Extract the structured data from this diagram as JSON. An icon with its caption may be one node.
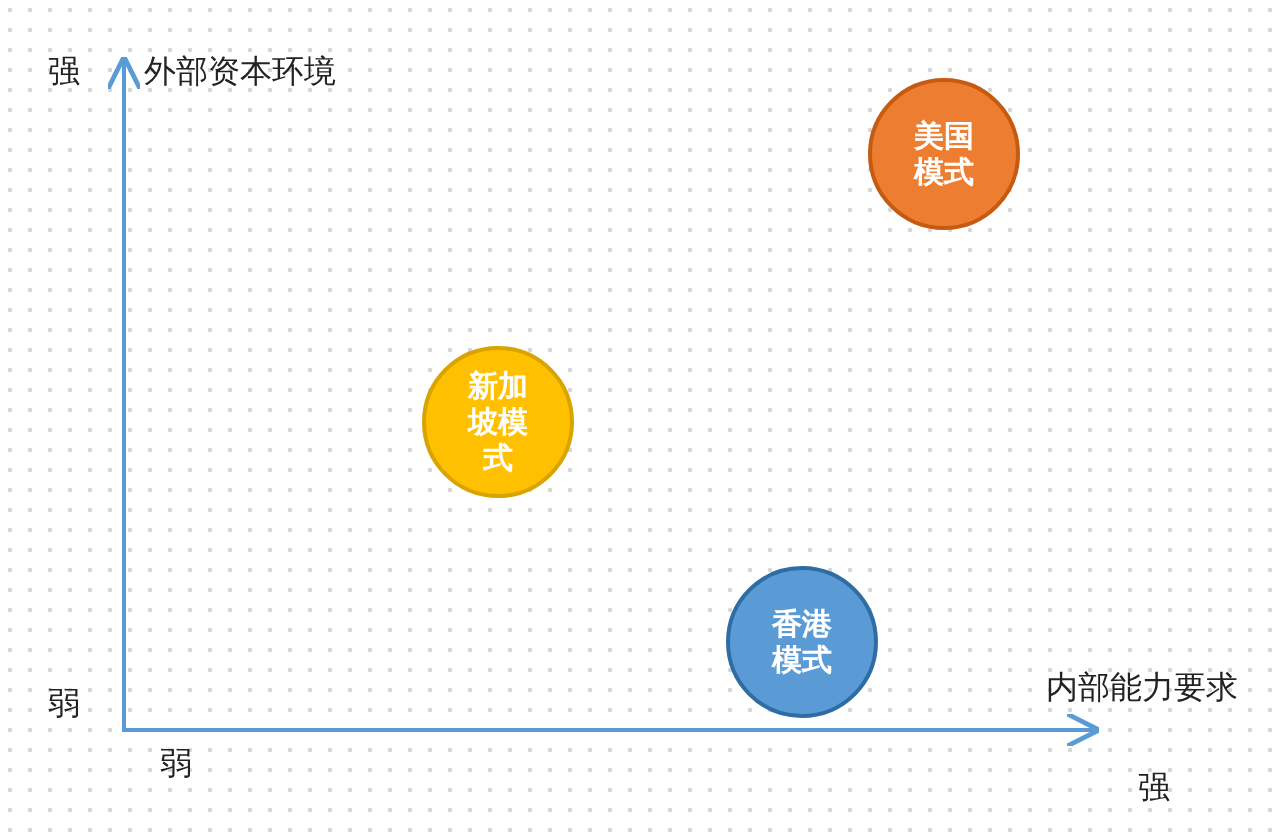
{
  "diagram": {
    "nodes": [
      {
        "text": [
          "美国模式"
        ]
      },
      {
        "text": [
          "新加坡模式"
        ]
      },
      {
        "text": [
          "香港模式"
        ]
      }
    ],
    "labels": [
      "强",
      "外部资本环境",
      "弱",
      "弱",
      "内部能力要求",
      "强"
    ]
  }
}
